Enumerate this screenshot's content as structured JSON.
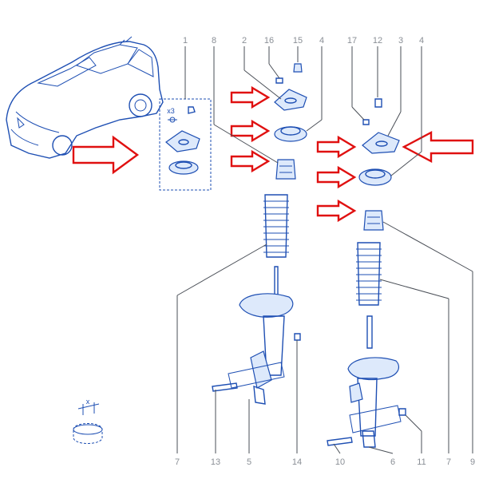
{
  "callouts": {
    "top": {
      "n1": "1",
      "n8": "8",
      "n2": "2",
      "n16": "16",
      "n15": "15",
      "n4a": "4",
      "n17": "17",
      "n12": "12",
      "n3": "3",
      "n4b": "4"
    },
    "bottom": {
      "n7a": "7",
      "n13": "13",
      "n5": "5",
      "n14": "14",
      "n10": "10",
      "n6": "6",
      "n11": "11",
      "n7b": "7",
      "n9": "9"
    }
  },
  "kit_quantity": "x3",
  "detail_label": "x",
  "colors": {
    "drawing": "#1e4fb3",
    "arrow": "#e01010",
    "callout_text": "#8a8f96",
    "leader": "#4a4f57"
  }
}
